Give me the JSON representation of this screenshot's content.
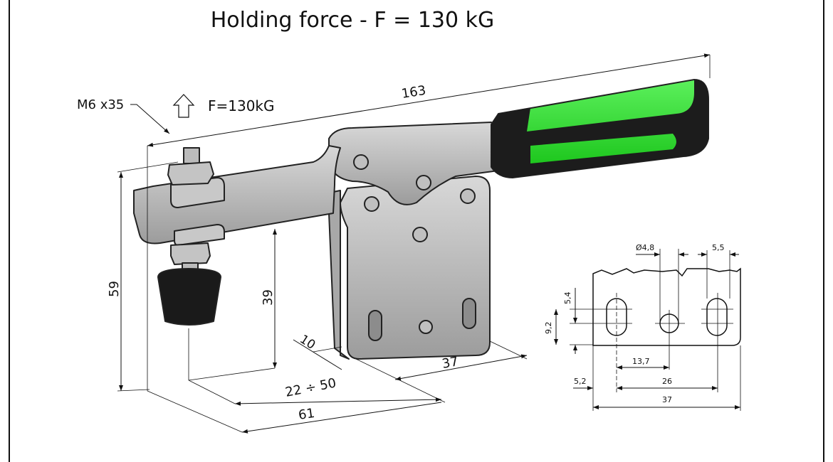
{
  "title": "Holding force - F = 130 kG",
  "main_view": {
    "thread_label": "M6 x35",
    "force_label": "F=130kG",
    "dimensions": {
      "overall_length": "163",
      "overall_height": "59",
      "arm_height": "39",
      "base_offset": "10",
      "spindle_range": "22 ÷ 50",
      "spindle_reach": "61",
      "base_width": "37"
    }
  },
  "detail_view": {
    "hole_diameter": "Ø4,8",
    "slot_width": "5,5",
    "slot_length": "5,4",
    "hole_height": "9,2",
    "hole_spacing": "13,7",
    "slot_spacing": "26",
    "edge_offset": "5,2",
    "plate_width": "37"
  },
  "colors": {
    "handle_green": "#22dd22",
    "metal": "#b4b4b4",
    "rubber": "#1a1a1a"
  }
}
